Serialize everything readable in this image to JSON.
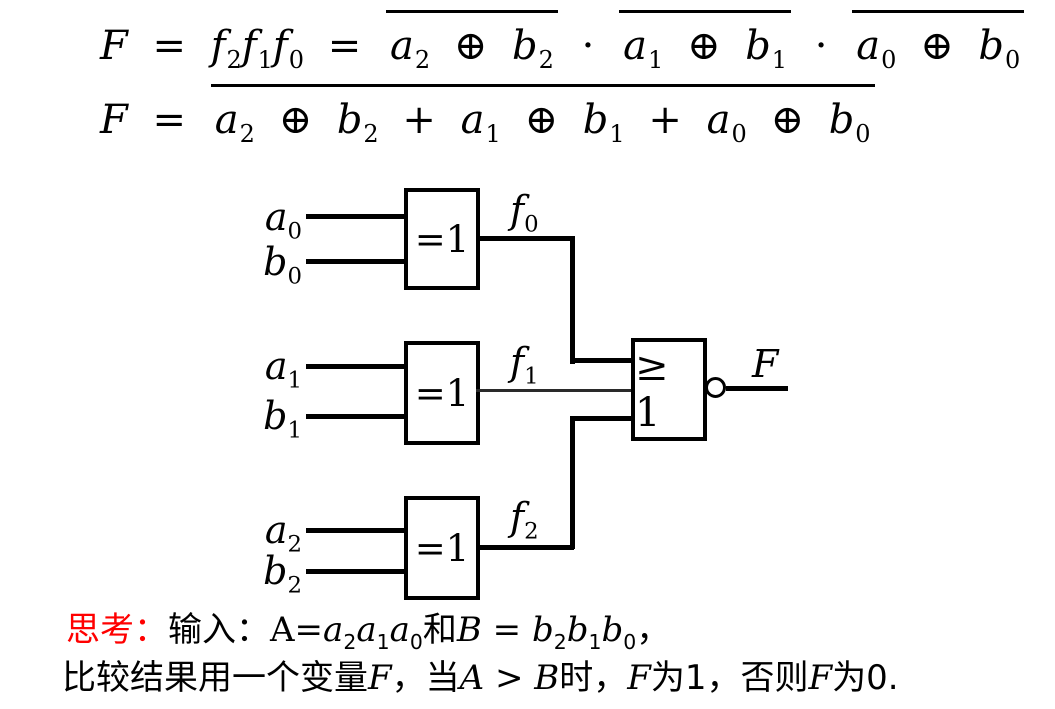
{
  "colors": {
    "ink": "#000000",
    "accent_red": "#ff0000",
    "background": "#ffffff"
  },
  "formulas": {
    "line1": {
      "tokens": [
        {
          "t": "F",
          "i": 1
        },
        {
          "t": " = ",
          "rm": 1
        },
        {
          "t": "f",
          "i": 1
        },
        {
          "t": "2",
          "s": 1
        },
        {
          "t": "f",
          "i": 1
        },
        {
          "t": "1",
          "s": 1
        },
        {
          "t": "f",
          "i": 1
        },
        {
          "t": "0",
          "s": 1
        },
        {
          "t": " = ",
          "rm": 1
        },
        {
          "over": [
            {
              "t": "a",
              "i": 1
            },
            {
              "t": "2",
              "s": 1
            },
            {
              "t": " ⊕ ",
              "rm": 1
            },
            {
              "t": "b",
              "i": 1
            },
            {
              "t": "2",
              "s": 1
            }
          ]
        },
        {
          "t": " · ",
          "rm": 1
        },
        {
          "over": [
            {
              "t": "a",
              "i": 1
            },
            {
              "t": "1",
              "s": 1
            },
            {
              "t": " ⊕ ",
              "rm": 1
            },
            {
              "t": "b",
              "i": 1
            },
            {
              "t": "1",
              "s": 1
            }
          ]
        },
        {
          "t": " · ",
          "rm": 1
        },
        {
          "over": [
            {
              "t": "a",
              "i": 1
            },
            {
              "t": "0",
              "s": 1
            },
            {
              "t": " ⊕ ",
              "rm": 1
            },
            {
              "t": "b",
              "i": 1
            },
            {
              "t": "0",
              "s": 1
            }
          ]
        }
      ]
    },
    "line2": {
      "tokens": [
        {
          "t": "F",
          "i": 1
        },
        {
          "t": " = ",
          "rm": 1
        },
        {
          "over": [
            {
              "t": "a",
              "i": 1
            },
            {
              "t": "2",
              "s": 1
            },
            {
              "t": " ⊕ ",
              "rm": 1
            },
            {
              "t": "b",
              "i": 1
            },
            {
              "t": "2",
              "s": 1
            },
            {
              "t": " + ",
              "rm": 1
            },
            {
              "t": "a",
              "i": 1
            },
            {
              "t": "1",
              "s": 1
            },
            {
              "t": " ⊕ ",
              "rm": 1
            },
            {
              "t": "b",
              "i": 1
            },
            {
              "t": "1",
              "s": 1
            },
            {
              "t": " + ",
              "rm": 1
            },
            {
              "t": "a",
              "i": 1
            },
            {
              "t": "0",
              "s": 1
            },
            {
              "t": " ⊕ ",
              "rm": 1
            },
            {
              "t": "b",
              "i": 1
            },
            {
              "t": "0",
              "s": 1
            }
          ]
        }
      ]
    }
  },
  "circuit": {
    "xor_gates": [
      {
        "label": "=1",
        "input_a": [
          {
            "t": "a",
            "i": 1
          },
          {
            "t": "0",
            "s": 1
          }
        ],
        "input_b": [
          {
            "t": "b",
            "i": 1
          },
          {
            "t": "0",
            "s": 1
          }
        ],
        "output": [
          {
            "t": "f",
            "i": 1
          },
          {
            "t": "0",
            "s": 1
          }
        ]
      },
      {
        "label": "=1",
        "input_a": [
          {
            "t": "a",
            "i": 1
          },
          {
            "t": "1",
            "s": 1
          }
        ],
        "input_b": [
          {
            "t": "b",
            "i": 1
          },
          {
            "t": "1",
            "s": 1
          }
        ],
        "output": [
          {
            "t": "f",
            "i": 1
          },
          {
            "t": "1",
            "s": 1
          }
        ]
      },
      {
        "label": "=1",
        "input_a": [
          {
            "t": "a",
            "i": 1
          },
          {
            "t": "2",
            "s": 1
          }
        ],
        "input_b": [
          {
            "t": "b",
            "i": 1
          },
          {
            "t": "2",
            "s": 1
          }
        ],
        "output": [
          {
            "t": "f",
            "i": 1
          },
          {
            "t": "2",
            "s": 1
          }
        ]
      }
    ],
    "nor_gate": {
      "label": "≥ 1",
      "output_label": [
        {
          "t": "F",
          "i": 1
        }
      ]
    }
  },
  "notes": {
    "line1_tokens": [
      {
        "t": "思考：",
        "cn": 1,
        "red": 1
      },
      {
        "t": "输入：",
        "cn": 1
      },
      {
        "t": "A=",
        "rm": 1
      },
      {
        "t": "a",
        "i": 1
      },
      {
        "t": "2",
        "s": 1
      },
      {
        "t": "a",
        "i": 1
      },
      {
        "t": "1",
        "s": 1
      },
      {
        "t": "a",
        "i": 1
      },
      {
        "t": "0",
        "s": 1
      },
      {
        "t": "和",
        "cn": 1
      },
      {
        "t": "B",
        "i": 1
      },
      {
        "t": " = ",
        "rm": 1
      },
      {
        "t": "b",
        "i": 1
      },
      {
        "t": "2",
        "s": 1
      },
      {
        "t": "b",
        "i": 1
      },
      {
        "t": "1",
        "s": 1
      },
      {
        "t": "b",
        "i": 1
      },
      {
        "t": "0",
        "s": 1
      },
      {
        "t": "，",
        "cn": 1
      }
    ],
    "line2_tokens": [
      {
        "t": "比较结果用一个变量",
        "cn": 1
      },
      {
        "t": "F",
        "i": 1
      },
      {
        "t": "，当",
        "cn": 1
      },
      {
        "t": "A",
        "i": 1
      },
      {
        "t": " > ",
        "rm": 1
      },
      {
        "t": "B",
        "i": 1
      },
      {
        "t": "时，",
        "cn": 1
      },
      {
        "t": "F",
        "i": 1
      },
      {
        "t": "为1，否则",
        "cn": 1
      },
      {
        "t": "F",
        "i": 1
      },
      {
        "t": "为0.",
        "cn": 1
      }
    ]
  }
}
